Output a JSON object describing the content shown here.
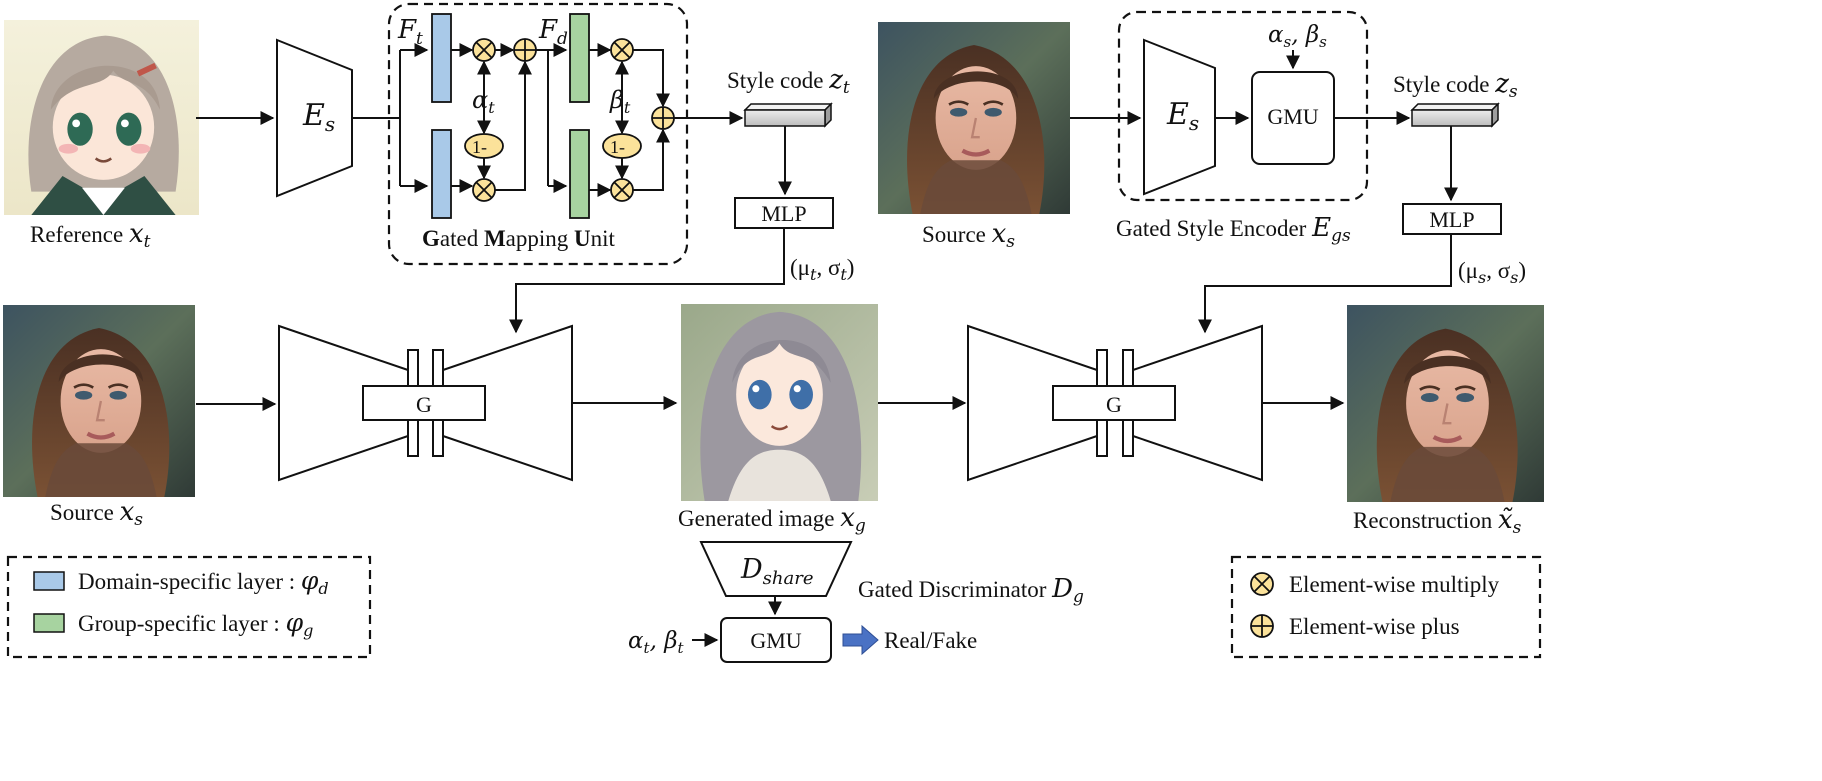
{
  "colors": {
    "domain_layer": "#a9c9e8",
    "group_layer": "#a7d3a0",
    "operator": "#fbe29a",
    "style_code": "#d9d9d9",
    "arrow_blue": "#4a72c4"
  },
  "images": {
    "reference": "anime reference portrait",
    "source": "source face photo",
    "generated": "generated anime portrait",
    "reconstruction": "reconstructed face photo"
  },
  "top_left": {
    "reference_label": "Reference",
    "reference_var": "x",
    "reference_sub": "t",
    "encoder": "E",
    "encoder_sub": "s",
    "ft_label": "F",
    "ft_sub": "t",
    "fd_label": "F",
    "fd_sub": "d",
    "alpha": "α",
    "alpha_sub": "t",
    "beta": "β",
    "beta_sub": "t",
    "one_minus_a": "1-",
    "one_minus_b": "1-",
    "gmu_title_parts": [
      "G",
      "ated ",
      "M",
      "apping ",
      "U",
      "nit"
    ],
    "style_code_label": "Style code",
    "style_code_var": "z",
    "style_code_sub": "t",
    "mlp": "MLP",
    "mu_sigma": "(μ",
    "mu_sub": "t",
    "sigma_part": ", σ",
    "sigma_sub": "t",
    "close_paren": ")"
  },
  "top_right": {
    "source_label": "Source",
    "source_var": "x",
    "source_sub": "s",
    "encoder": "E",
    "encoder_sub": "s",
    "gmu": "GMU",
    "alpha": "α",
    "alpha_sub": "s",
    "beta_part": ", β",
    "beta_sub": "s",
    "encoder_caption": "Gated Style Encoder",
    "encoder_caption_var": "E",
    "encoder_caption_sub": "gs",
    "style_code_label": "Style code",
    "style_code_var": "z",
    "style_code_sub": "s",
    "mlp": "MLP",
    "mu_sigma": "(μ",
    "mu_sub": "s",
    "sigma_part": ", σ",
    "sigma_sub": "s",
    "close_paren": ")"
  },
  "middle": {
    "source_label": "Source",
    "source_var": "x",
    "source_sub": "s",
    "generator_1": "G",
    "generated_label": "Generated image",
    "generated_var": "x",
    "generated_sub": "g",
    "generator_2": "G",
    "reconstruction_label": "Reconstruction",
    "reconstruction_var": "x̃",
    "reconstruction_sub": "s"
  },
  "discriminator": {
    "d_share": "D",
    "d_share_sub": "share",
    "caption": "Gated Discriminator",
    "caption_var": "D",
    "caption_sub": "g",
    "alpha": "α",
    "alpha_sub": "t",
    "beta_part": ", β",
    "beta_sub": "t",
    "gmu": "GMU",
    "output": "Real/Fake"
  },
  "legend_left": {
    "domain_text": "Domain-specific layer : ",
    "domain_var": "φ",
    "domain_sub": "d",
    "group_text": "Group-specific layer : ",
    "group_var": "φ",
    "group_sub": "g"
  },
  "legend_right": {
    "multiply": "Element-wise multiply",
    "plus": "Element-wise plus"
  }
}
